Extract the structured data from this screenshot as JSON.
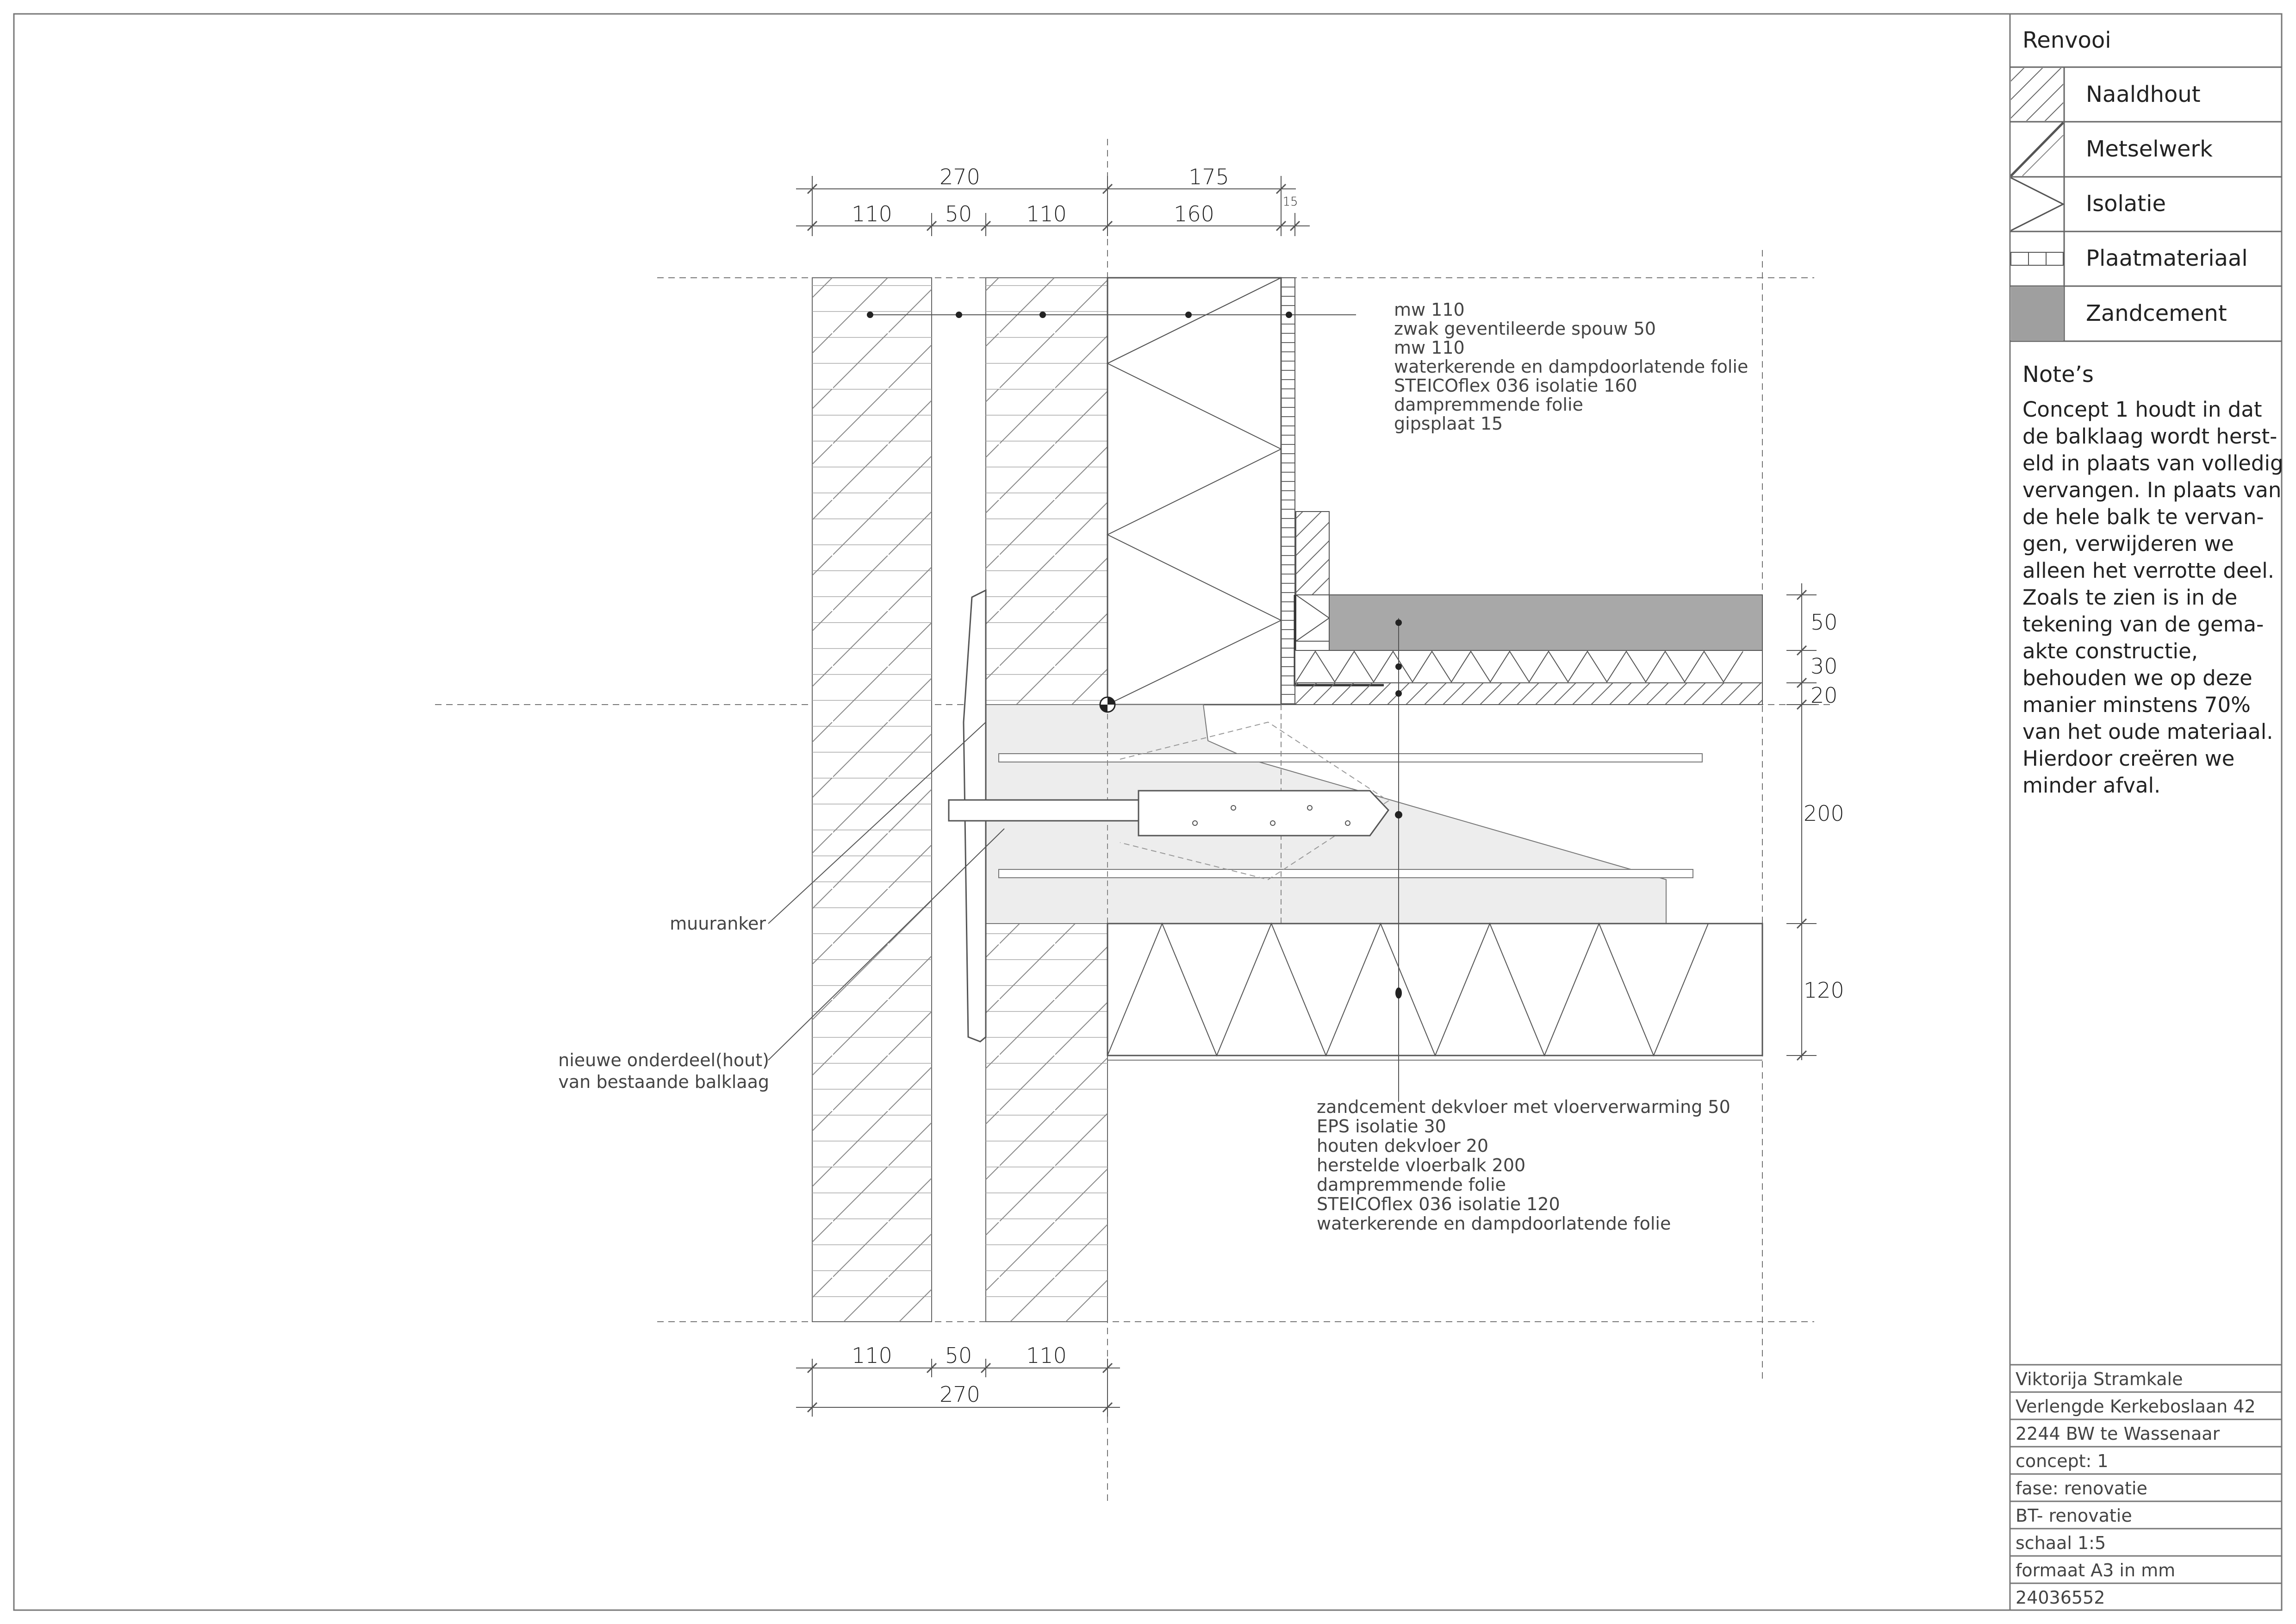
{
  "drawing": {
    "dims_top_total": [
      "270",
      "175"
    ],
    "dims_top_parts": [
      "110",
      "50",
      "110",
      "160",
      "15"
    ],
    "dims_bottom_parts": [
      "110",
      "50",
      "110"
    ],
    "dims_bottom_total": "270",
    "dims_right": [
      "50",
      "30",
      "20",
      "200",
      "120"
    ],
    "wall_layers": [
      "mw 110",
      "zwak geventileerde spouw 50",
      "mw 110",
      "waterkerende en dampdoorlatende folie",
      "STEICOflex 036 isolatie 160",
      "dampremmende folie",
      "gipsplaat 15"
    ],
    "floor_layers": [
      "zandcement dekvloer met vloerverwarming 50",
      "EPS isolatie 30",
      "houten dekvloer 20",
      "herstelde vloerbalk 200",
      "dampremmende folie",
      "STEICOflex 036 isolatie 120",
      "waterkerende en dampdoorlatende folie"
    ],
    "label_muuranker": "muuranker",
    "label_onderdeel": [
      "nieuwe onderdeel(hout)",
      "van bestaande balklaag"
    ]
  },
  "legend": {
    "title": "Renvooi",
    "items": [
      {
        "label": "Naaldhout",
        "pattern": "naaldhout"
      },
      {
        "label": "Metselwerk",
        "pattern": "metselwerk"
      },
      {
        "label": "Isolatie",
        "pattern": "isolatie"
      },
      {
        "label": "Plaatmateriaal",
        "pattern": "plaatmateriaal"
      },
      {
        "label": "Zandcement",
        "pattern": "zandcement"
      }
    ]
  },
  "notes": {
    "title": "Note’s",
    "lines": [
      "Concept 1 houdt in dat",
      "de balklaag wordt herst-",
      "eld in plaats van volledig",
      "vervangen. In plaats van",
      "de hele balk te vervan-",
      "gen, verwijderen we",
      "alleen het verrotte deel.",
      "Zoals te zien is in de",
      "tekening van de gema-",
      "akte constructie,",
      "behouden we op deze",
      "manier minstens 70%",
      "van het oude materiaal.",
      "Hierdoor creëren we",
      "minder afval."
    ]
  },
  "title_block": {
    "rows": [
      "Viktorija Stramkale",
      "Verlengde Kerkeboslaan 42",
      "2244 BW te Wassenaar",
      "concept: 1",
      "fase: renovatie",
      "BT- renovatie",
      "schaal 1:5",
      "formaat A3 in mm",
      "24036552"
    ]
  },
  "colors": {
    "line": "#555555",
    "zandcement": "#a8a8a8",
    "beam": "#ededed"
  }
}
